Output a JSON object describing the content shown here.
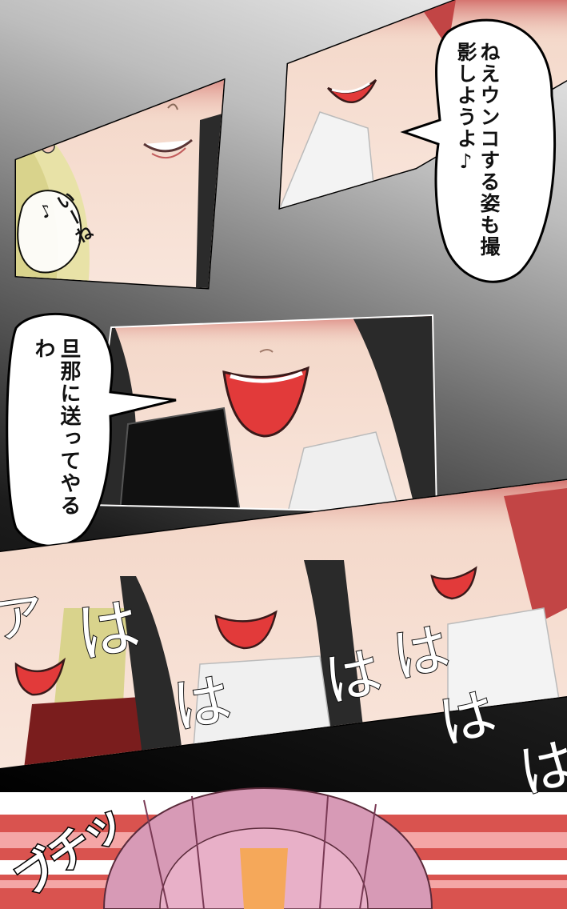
{
  "bubbles": {
    "top_right": {
      "lines": [
        "ねえ",
        "ウンコする姿も",
        "撮影しようよ♪"
      ],
      "text": "ねえウンコする姿も撮影しようよ♪"
    },
    "left_middle": {
      "text": "旦那に送ってやるわ"
    },
    "small_left": {
      "text": "いーね♪"
    }
  },
  "sound_effects": {
    "laugh": [
      "ア",
      "は",
      "は",
      "は",
      "は",
      "は",
      "は"
    ],
    "snap": "ブチッ"
  },
  "colors": {
    "stripe_red": "#d9534f",
    "stripe_light": "#f4a6a6",
    "hair_pink": "#d79ab6",
    "hair_blonde": "#d9d38c",
    "hair_black": "#2a2a2a",
    "mouth_red": "#e23a3a",
    "skin": "#f6dcd0"
  }
}
